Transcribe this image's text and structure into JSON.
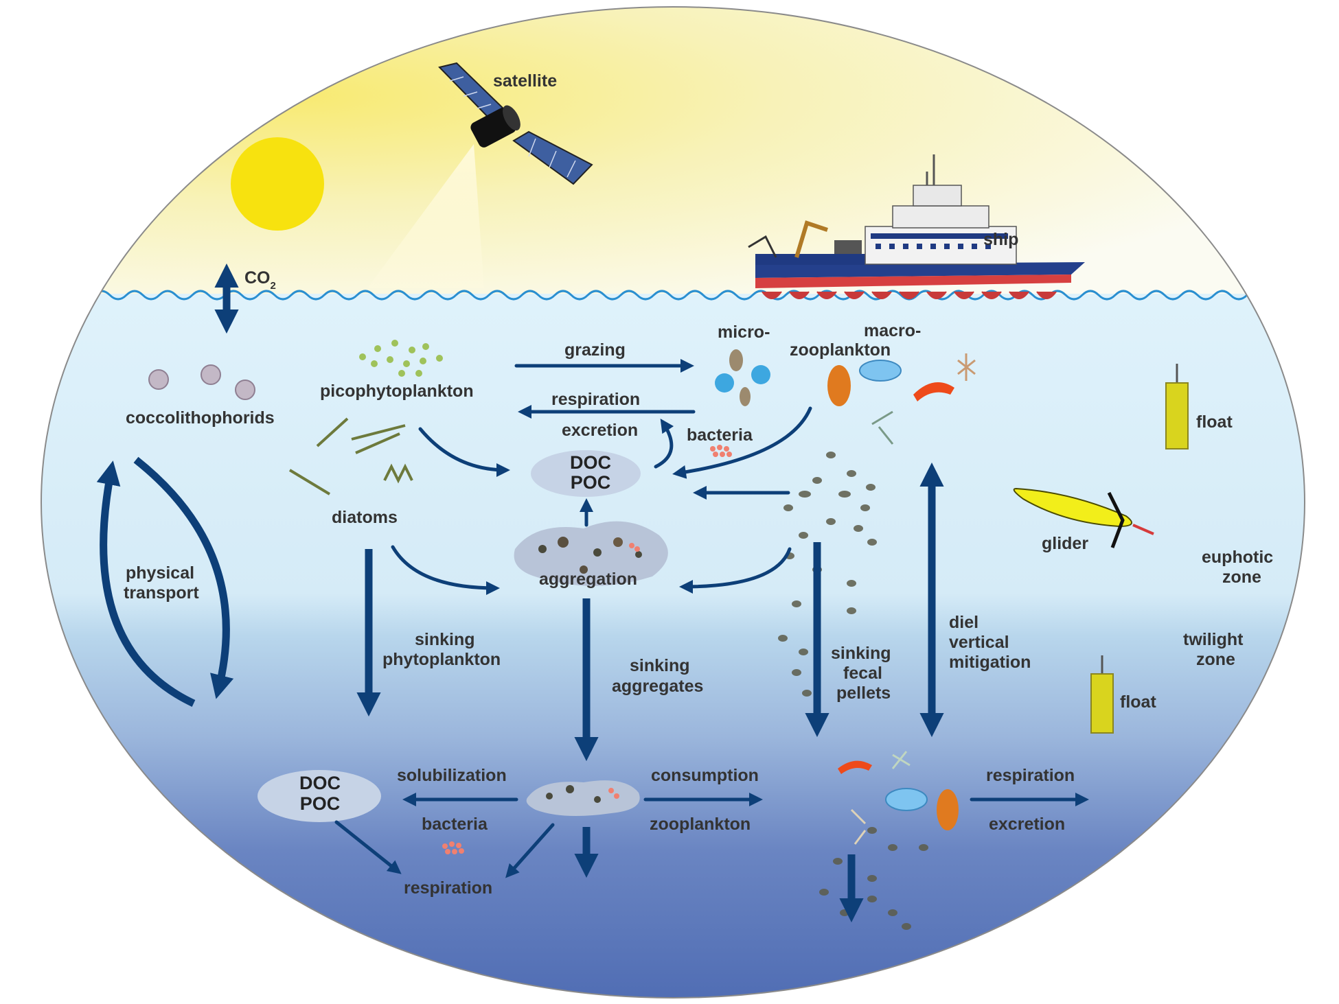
{
  "labels": {
    "satellite": "satellite",
    "ship": "ship",
    "co2_main": "CO",
    "co2_sub": "2",
    "coccolithophorids": "coccolithophorids",
    "picophytoplankton": "picophytoplankton",
    "diatoms": "diatoms",
    "grazing": "grazing",
    "respiration_top": "respiration",
    "excretion_top": "excretion",
    "bacteria_top": "bacteria",
    "micro": "micro-",
    "macro": "macro-",
    "zooplankton_top": "zooplankton",
    "doc_top": "DOC",
    "poc_top": "POC",
    "aggregation": "aggregation",
    "physical_1": "physical",
    "physical_2": "transport",
    "sinking_phyto_1": "sinking",
    "sinking_phyto_2": "phytoplankton",
    "sinking_agg_1": "sinking",
    "sinking_agg_2": "aggregates",
    "sinking_fecal_1": "sinking",
    "sinking_fecal_2": "fecal",
    "sinking_fecal_3": "pellets",
    "diel_1": "diel",
    "diel_2": "vertical",
    "diel_3": "mitigation",
    "float_top": "float",
    "float_bottom": "float",
    "glider": "glider",
    "euphotic_1": "euphotic",
    "euphotic_2": "zone",
    "twilight_1": "twilight",
    "twilight_2": "zone",
    "doc_bottom": "DOC",
    "poc_bottom": "POC",
    "solubilization": "solubilization",
    "bacteria_bottom": "bacteria",
    "respiration_bottom": "respiration",
    "consumption": "consumption",
    "zooplankton_bottom": "zooplankton",
    "respiration_right": "respiration",
    "excretion_right": "excretion"
  },
  "colors": {
    "arrow": "#0d3f78",
    "sky": "#f7ee9e",
    "sun": "#f7e20f",
    "ocean_top": "#dcf0fa",
    "ocean_mid": "#b9d7ec",
    "ocean_deep": "#4f6eb4",
    "doc_blob": "#c6d3e6",
    "float": "#d9d41e",
    "glider": "#f2ee1a"
  }
}
